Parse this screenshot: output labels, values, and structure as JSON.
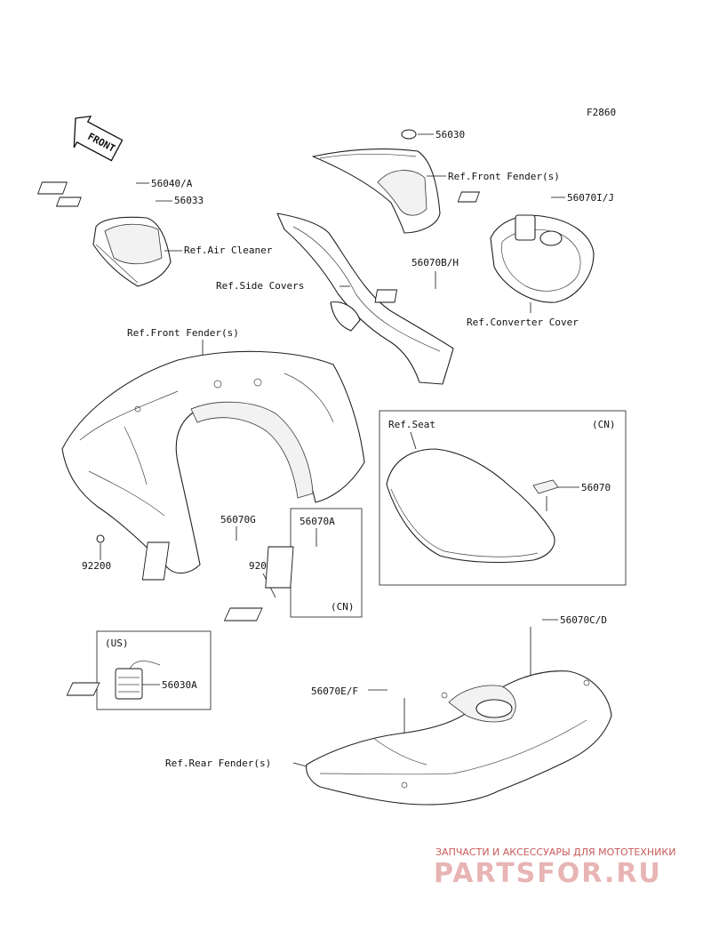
{
  "figure_code": "F2860",
  "front_arrow": "FRONT",
  "labels": {
    "p56030": "56030",
    "ref_front_fender_top": "Ref.Front Fender(s)",
    "p56040a": "56040/A",
    "p56033": "56033",
    "ref_air_cleaner": "Ref.Air Cleaner",
    "p56070ij": "56070I/J",
    "p56070bh": "56070B/H",
    "ref_side_covers": "Ref.Side Covers",
    "ref_converter_cover": "Ref.Converter Cover",
    "ref_front_fender_mid": "Ref.Front Fender(s)",
    "ref_seat": "Ref.Seat",
    "cn_seat": "(CN)",
    "p56070": "56070",
    "p56070g": "56070G",
    "p56070a": "56070A",
    "p92039": "92039",
    "p92200": "92200",
    "cn_box": "(CN)",
    "us_box": "(US)",
    "p56030a": "56030A",
    "p56070cd": "56070C/D",
    "p56070ef": "56070E/F",
    "ref_rear_fender": "Ref.Rear Fender(s)"
  },
  "watermark": {
    "line1": "ЗАПЧАСТИ И АКСЕССУАРЫ ДЛЯ МОТОТЕХНИКИ",
    "line2": "PARTSFOR.RU"
  }
}
